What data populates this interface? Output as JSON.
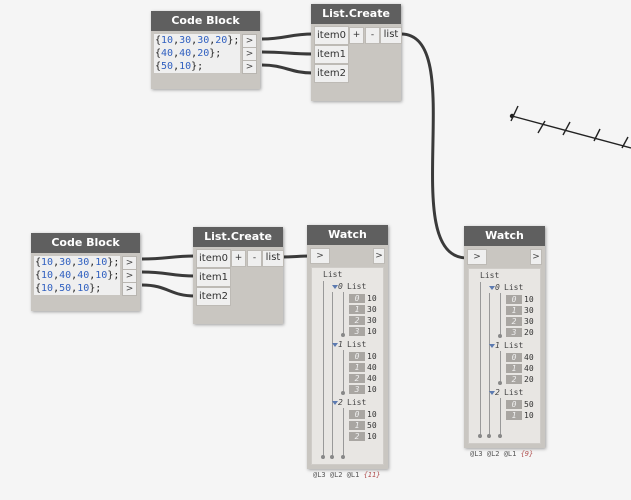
{
  "nodes": {
    "cb1": {
      "title": "Code Block",
      "lines": [
        [
          "10",
          "30",
          "30",
          "20"
        ],
        [
          "40",
          "40",
          "20"
        ],
        [
          "50",
          "10"
        ]
      ],
      "port_label": ">"
    },
    "lc1": {
      "title": "List.Create",
      "inputs": [
        "item0",
        "item1",
        "item2"
      ],
      "plus": "+",
      "minus": "-",
      "output": "list"
    },
    "cb2": {
      "title": "Code Block",
      "lines": [
        [
          "10",
          "30",
          "30",
          "10"
        ],
        [
          "10",
          "40",
          "40",
          "10"
        ],
        [
          "10",
          "50",
          "10"
        ]
      ],
      "port_label": ">"
    },
    "lc2": {
      "title": "List.Create",
      "inputs": [
        "item0",
        "item1",
        "item2"
      ],
      "plus": "+",
      "minus": "-",
      "output": "list"
    },
    "watch1": {
      "title": "Watch",
      "in": ">",
      "out": ">",
      "root": "List",
      "groups": [
        {
          "index": "0",
          "label": "List",
          "items": [
            [
              "0",
              "10"
            ],
            [
              "1",
              "30"
            ],
            [
              "2",
              "30"
            ],
            [
              "3",
              "10"
            ]
          ]
        },
        {
          "index": "1",
          "label": "List",
          "items": [
            [
              "0",
              "10"
            ],
            [
              "1",
              "40"
            ],
            [
              "2",
              "40"
            ],
            [
              "3",
              "10"
            ]
          ]
        },
        {
          "index": "2",
          "label": "List",
          "items": [
            [
              "0",
              "10"
            ],
            [
              "1",
              "50"
            ],
            [
              "2",
              "10"
            ]
          ]
        }
      ],
      "levels": "@L3 @L2 @L1",
      "count": "{11}"
    },
    "watch2": {
      "title": "Watch",
      "in": ">",
      "out": ">",
      "root": "List",
      "groups": [
        {
          "index": "0",
          "label": "List",
          "items": [
            [
              "0",
              "10"
            ],
            [
              "1",
              "30"
            ],
            [
              "2",
              "30"
            ],
            [
              "3",
              "20"
            ]
          ]
        },
        {
          "index": "1",
          "label": "List",
          "items": [
            [
              "0",
              "40"
            ],
            [
              "1",
              "40"
            ],
            [
              "2",
              "20"
            ]
          ]
        },
        {
          "index": "2",
          "label": "List",
          "items": [
            [
              "0",
              "50"
            ],
            [
              "1",
              "10"
            ]
          ]
        }
      ],
      "levels": "@L3 @L2 @L1",
      "count": "{9}"
    }
  },
  "colors": {
    "header": "#5f5f5f",
    "node_body": "#c9c6c1",
    "wire": "#3a3a3a",
    "number": "#3060c0"
  }
}
